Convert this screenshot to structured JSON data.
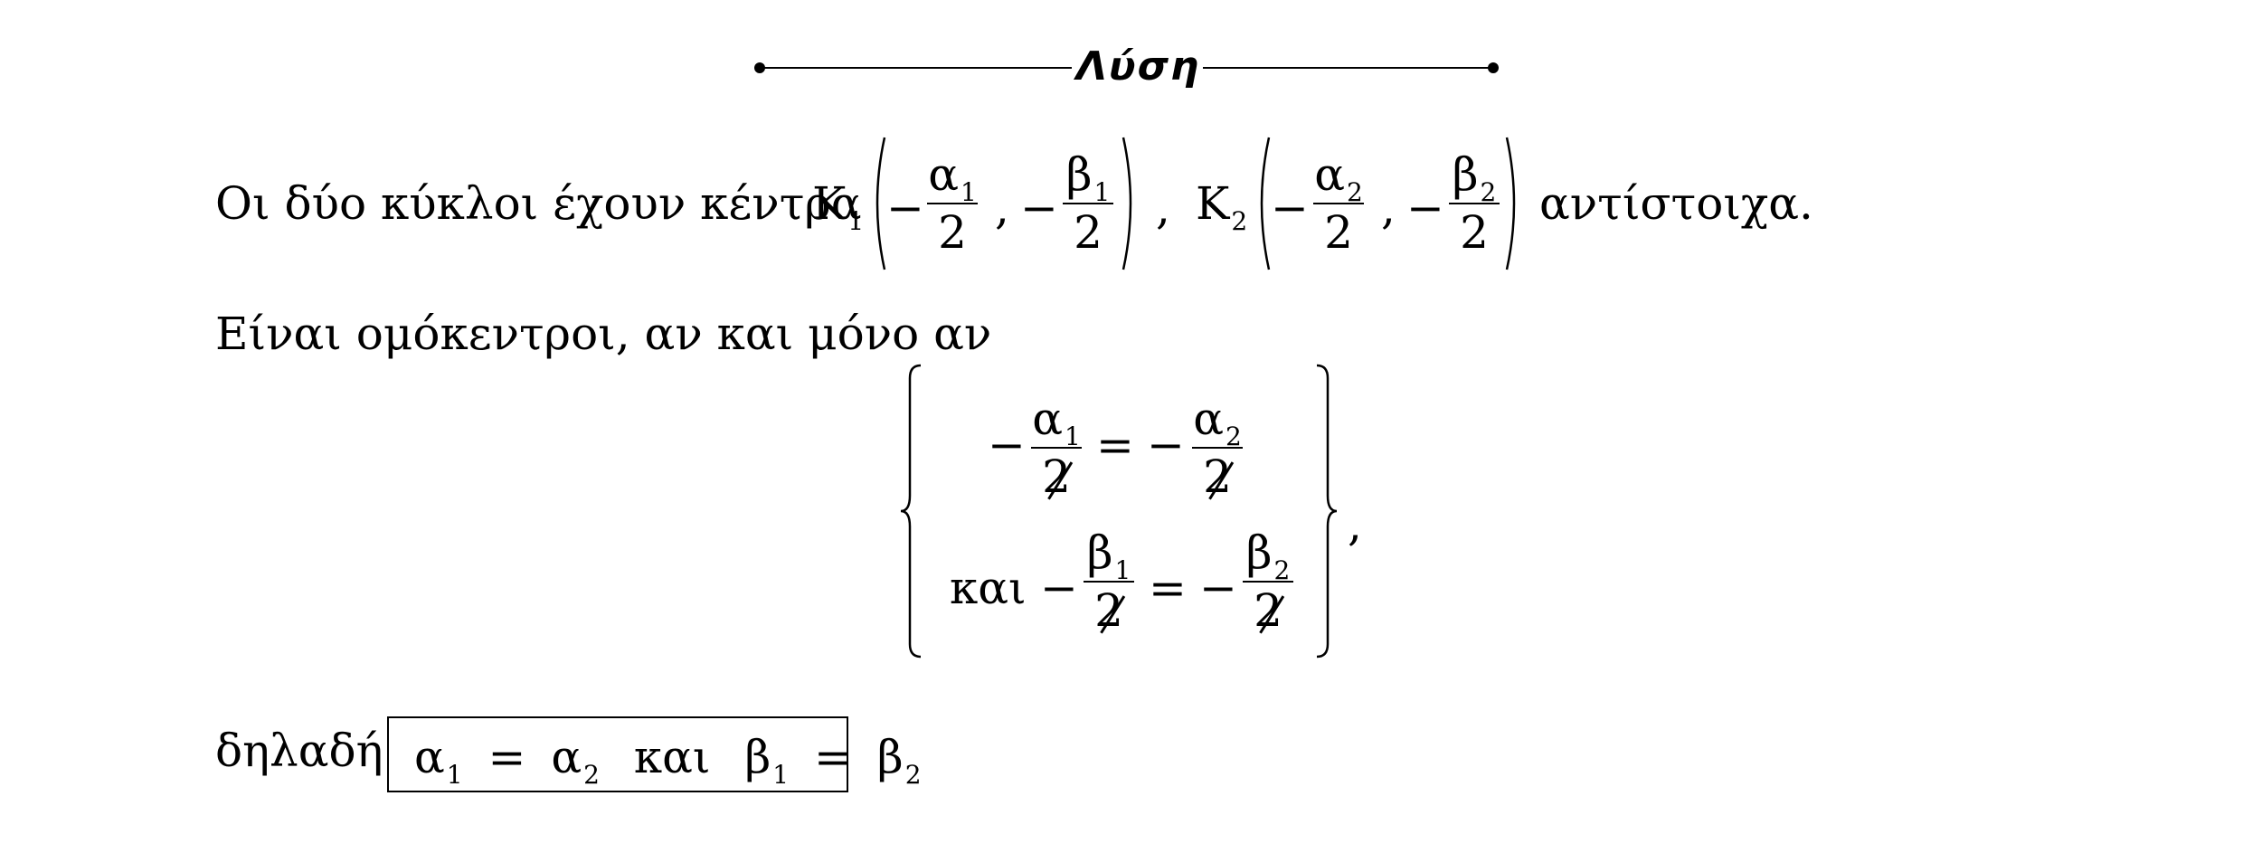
{
  "title": "Λύση",
  "line1": {
    "intro": "Οι δύο κύκλοι έχουν κέντρα",
    "K": "Κ",
    "sub1": "1",
    "sub2": "2",
    "minus": "−",
    "alpha": "α",
    "beta": "β",
    "two": "2",
    "comma": ",",
    "outro": "αντίστοιχα."
  },
  "line2": {
    "text": "Είναι ομόκεντροι, αν και μόνο αν"
  },
  "system": {
    "kai": "και",
    "equals": "=",
    "trailing_comma": ","
  },
  "line3": {
    "prefix": "δηλαδή",
    "kai": "και"
  }
}
